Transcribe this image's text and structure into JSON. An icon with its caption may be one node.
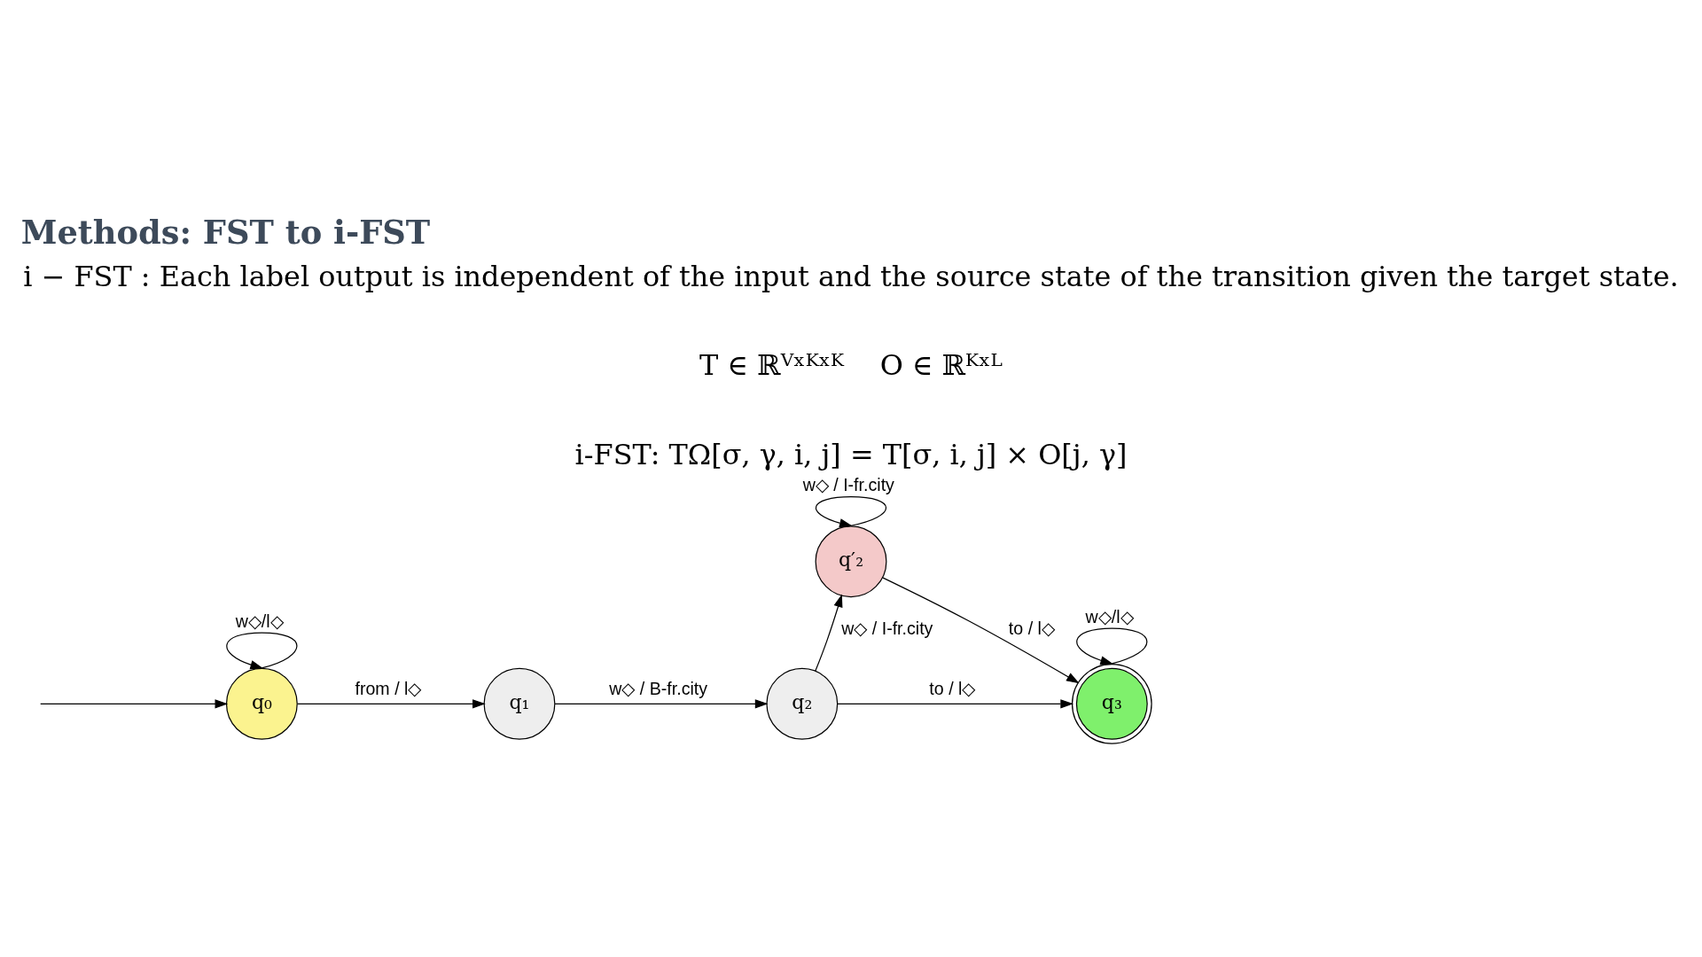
{
  "diagram": {
    "title": "Methods: FST to i-FST",
    "nodes": [
      {
        "text": [
          "q₀"
        ]
      },
      {
        "text": [
          "q₁"
        ]
      },
      {
        "text": [
          "q₂"
        ]
      },
      {
        "text": [
          "q′₂"
        ]
      },
      {
        "text": [
          "q₃"
        ]
      }
    ],
    "edges": [
      {
        "from": null,
        "to": 0,
        "arrow": "to"
      },
      {
        "from": 0,
        "to": 0,
        "arrow": "to",
        "label": "w◇/l◇"
      },
      {
        "from": 0,
        "to": 1,
        "arrow": "to",
        "label": "from / l◇"
      },
      {
        "from": 1,
        "to": 2,
        "arrow": "to",
        "label": "w◇ / B-fr.city"
      },
      {
        "from": 2,
        "to": 4,
        "arrow": "to",
        "label": "to / l◇"
      },
      {
        "from": 2,
        "to": 3,
        "arrow": "to",
        "label": "w◇ / I-fr.city"
      },
      {
        "from": 3,
        "to": 3,
        "arrow": "to",
        "label": "w◇ / I-fr.city"
      },
      {
        "from": 3,
        "to": 4,
        "arrow": "to",
        "label": "to / l◇"
      },
      {
        "from": 4,
        "to": 4,
        "arrow": "to",
        "label": "w◇/l◇"
      }
    ],
    "labels": [
      "i − FST : Each label output is independent of the input and the source state of the transition given the target state.",
      "T ∈ ℝⱽˣᴷˣᴷ    O ∈ ℝᴷˣᴸ",
      "i-FST: TΩ[σ, γ, i, j] = T[σ, i, j] × O[j, γ]"
    ]
  }
}
